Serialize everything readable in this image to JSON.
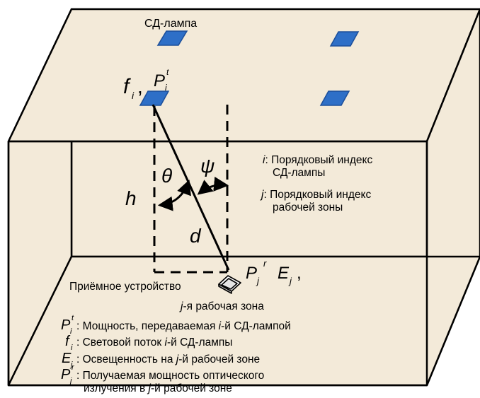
{
  "colors": {
    "room_fill": "#f3ead9",
    "lamp_fill": "#2e6fc7",
    "lamp_stroke": "#1c4f9a",
    "line": "#000000"
  },
  "lamp_label": "СД-лампа",
  "symbols": {
    "f": "f",
    "i_sub": "i",
    "comma": ",",
    "P": "P",
    "t_sup": "t",
    "r_sup": "r",
    "j_sub": "j",
    "E": "E",
    "theta": "θ",
    "psi": "ψ",
    "h": "h",
    "d": "d"
  },
  "right_notes": {
    "i_var": "i",
    "i_line1": ": Порядковый индекс",
    "i_line2": "СД-лампы",
    "j_var": "j",
    "j_line1": ": Порядковый индекс",
    "j_line2": "рабочей зоны"
  },
  "receiver_label": "Приёмное устройство",
  "zone_var": "j",
  "zone_label": "-я рабочая зона",
  "legend": {
    "pt_pre": ": Мощность, передаваемая ",
    "pt_var": "i",
    "pt_post": "-й СД-лампой",
    "f_pre": ": Световой поток ",
    "f_var": "i",
    "f_post": "-й СД-лампы",
    "e_pre": ": Освещенность на ",
    "e_var": "j",
    "e_post": "-й рабочей зоне",
    "pr_line1": ": Получаемая мощность оптического",
    "pr_line2_pre": "излучения в ",
    "pr_line2_var": "j",
    "pr_line2_post": "-й рабочей зоне"
  }
}
